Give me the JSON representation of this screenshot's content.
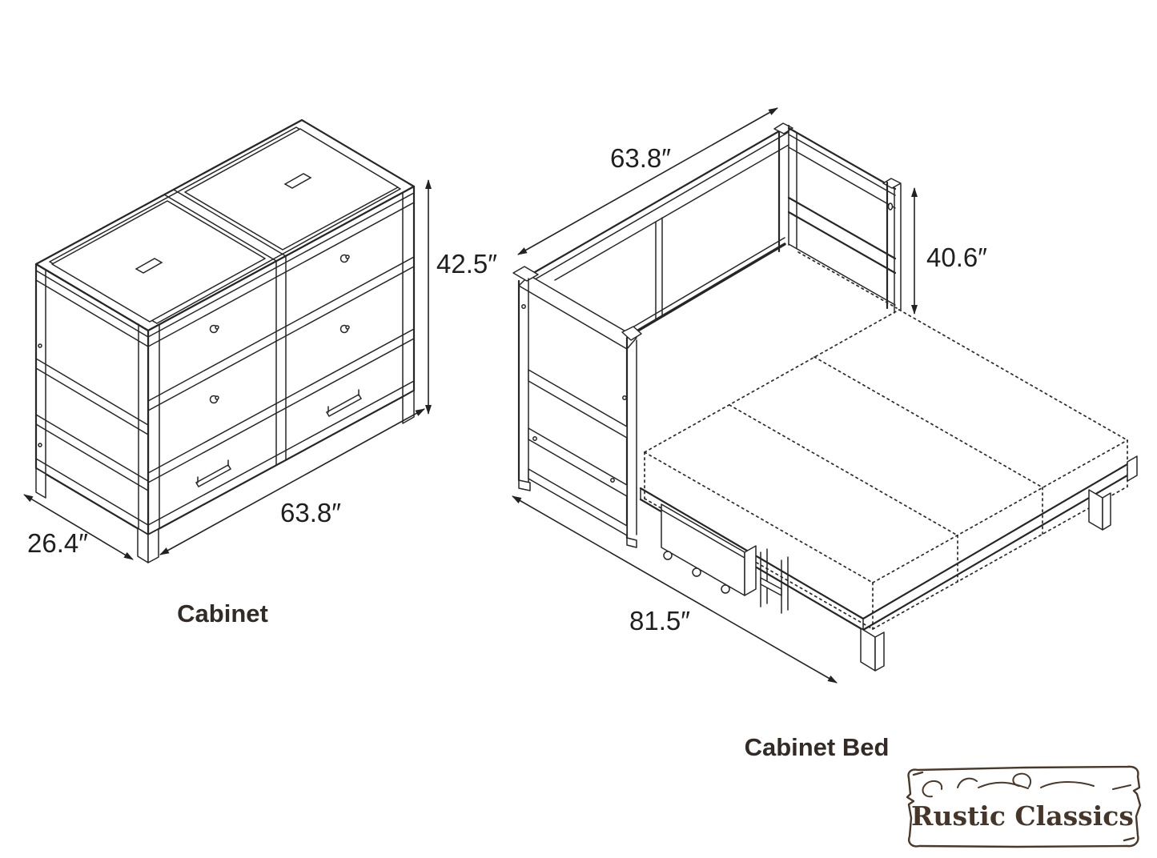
{
  "page_title": "Cabinet bed dimension diagram",
  "cabinet": {
    "label": "Cabinet",
    "dimensions": {
      "height": "42.5″",
      "width": "63.8″",
      "depth": "26.4″"
    }
  },
  "cabinet_bed": {
    "label": "Cabinet Bed",
    "dimensions": {
      "width": "63.8″",
      "headboard_height": "40.6″",
      "length": "81.5″"
    }
  },
  "logo": {
    "text": "Rustic Classics",
    "color": "#46362a"
  },
  "colors": {
    "line": "#262626",
    "dimension_text": "#1f1f1f",
    "title_text": "#332b26",
    "background": "#ffffff"
  }
}
